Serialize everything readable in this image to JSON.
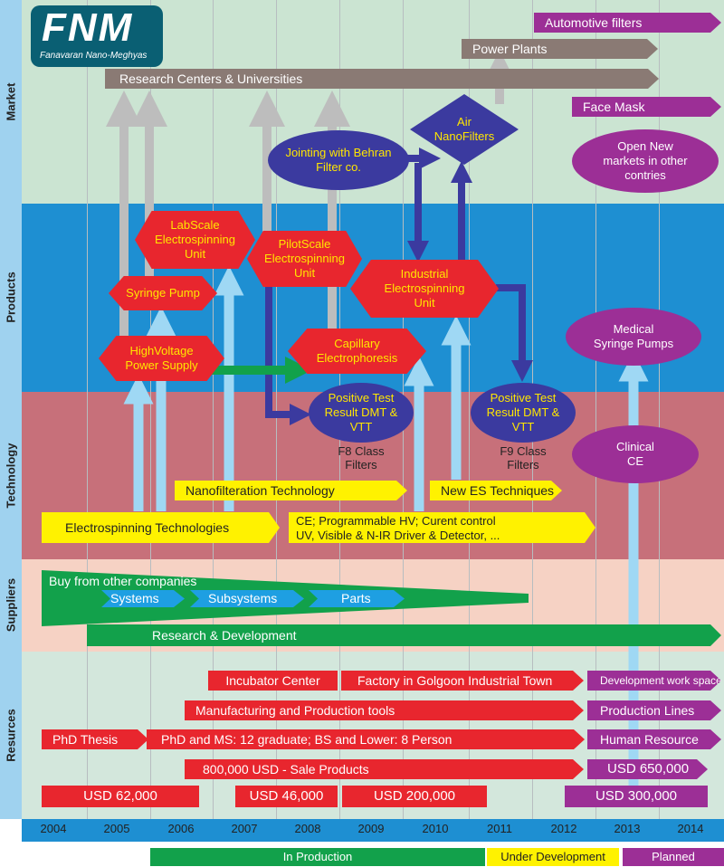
{
  "logo": {
    "mark": "FNM",
    "subtitle": "Fanavaran Nano-Meghyas"
  },
  "rows": {
    "market": "Market",
    "products": "Products",
    "technology": "Technology",
    "suppliers": "Suppliers",
    "resources": "Resurces"
  },
  "market": {
    "automotive": "Automotive filters",
    "power_plants": "Power Plants",
    "research": "Research Centers & Universities",
    "face_mask": "Face Mask",
    "jointing": "Jointing with Behran Filter co.",
    "air_nanofilters": "Air NanoFilters",
    "open_markets": "Open New markets in other contries"
  },
  "products": {
    "labscale": "LabScale Electrospinning Unit",
    "syringe_pump": "Syringe Pump",
    "pilotscale": "PilotScale Electrospinning Unit",
    "industrial": "Industrial Electrospinning Unit",
    "highvoltage": "HighVoltage Power Supply",
    "capillary": "Capillary Electrophoresis",
    "medical_syringe": "Medical Syringe Pumps"
  },
  "technology": {
    "positive1": "Positive Test Result DMT & VTT",
    "f8": "F8 Class Filters",
    "positive2": "Positive Test Result DMT & VTT",
    "f9": "F9 Class Filters",
    "clinical": "Clinical CE",
    "nanofiltration": "Nanofilteration Technology",
    "new_es": "New ES Techniques",
    "electrospinning": "Electrospinning Technologies",
    "ce_line1": "CE; Programmable HV; Curent control",
    "ce_line2": "UV, Visible & N-IR Driver & Detector, ..."
  },
  "suppliers": {
    "buy": "Buy from other companies",
    "systems": "Systems",
    "subsystems": "Subsystems",
    "parts": "Parts",
    "rnd": "Research & Development"
  },
  "resources": {
    "incubator": "Incubator Center",
    "factory": "Factory in Golgoon Industrial Town",
    "dev_space": "Development work space",
    "manufacturing": "Manufacturing and Production tools",
    "production_lines": "Production Lines",
    "phd_thesis": "PhD Thesis",
    "phd_ms": "PhD and MS: 12 graduate; BS and Lower: 8 Person",
    "human": "Human Resource",
    "sale": "800,000 USD - Sale Products",
    "usd650": "USD 650,000",
    "usd62": "USD 62,000",
    "usd46": "USD 46,000",
    "usd200": "USD 200,000",
    "usd300": "USD 300,000"
  },
  "years": [
    "2004",
    "2005",
    "2006",
    "2007",
    "2008",
    "2009",
    "2010",
    "2011",
    "2012",
    "2013",
    "2014"
  ],
  "legend": {
    "in_production": "In Production",
    "under_development": "Under Development",
    "planned": "Planned"
  },
  "colors": {
    "in_production": "#12a14b",
    "under_development": "#fff200",
    "planned": "#9c2f96",
    "red": "#e8262e",
    "navy": "#3b3a9f",
    "grey_arrow": "#8a7a74",
    "light_blue": "#9fd2ef"
  }
}
